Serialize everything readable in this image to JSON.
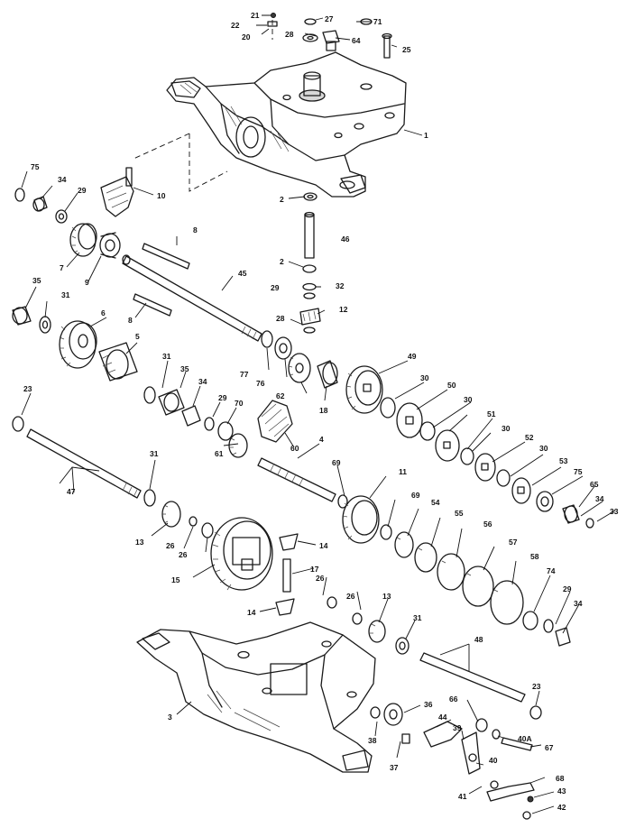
{
  "diagram": {
    "callouts": [
      {
        "id": "c21",
        "text": "21"
      },
      {
        "id": "c22",
        "text": "22"
      },
      {
        "id": "c20",
        "text": "20"
      },
      {
        "id": "c27",
        "text": "27"
      },
      {
        "id": "c71",
        "text": "71"
      },
      {
        "id": "c28a",
        "text": "28"
      },
      {
        "id": "c64",
        "text": "64"
      },
      {
        "id": "c25",
        "text": "25"
      },
      {
        "id": "c1",
        "text": "1"
      },
      {
        "id": "c75a",
        "text": "75"
      },
      {
        "id": "c34a",
        "text": "34"
      },
      {
        "id": "c29a",
        "text": "29"
      },
      {
        "id": "c10",
        "text": "10"
      },
      {
        "id": "c7",
        "text": "7"
      },
      {
        "id": "c9",
        "text": "9"
      },
      {
        "id": "c8a",
        "text": "8"
      },
      {
        "id": "c2a",
        "text": "2"
      },
      {
        "id": "c46",
        "text": "46"
      },
      {
        "id": "c2b",
        "text": "2"
      },
      {
        "id": "c29b",
        "text": "29"
      },
      {
        "id": "c32",
        "text": "32"
      },
      {
        "id": "c45",
        "text": "45"
      },
      {
        "id": "c28b",
        "text": "28"
      },
      {
        "id": "c12",
        "text": "12"
      },
      {
        "id": "c35a",
        "text": "35"
      },
      {
        "id": "c31a",
        "text": "31"
      },
      {
        "id": "c8b",
        "text": "8"
      },
      {
        "id": "c6",
        "text": "6"
      },
      {
        "id": "c5",
        "text": "5"
      },
      {
        "id": "c77",
        "text": "77"
      },
      {
        "id": "c76",
        "text": "76"
      },
      {
        "id": "c62",
        "text": "62"
      },
      {
        "id": "c18",
        "text": "18"
      },
      {
        "id": "c49",
        "text": "49"
      },
      {
        "id": "c31b",
        "text": "31"
      },
      {
        "id": "c35b",
        "text": "35"
      },
      {
        "id": "c34b",
        "text": "34"
      },
      {
        "id": "c29c",
        "text": "29"
      },
      {
        "id": "c70",
        "text": "70"
      },
      {
        "id": "c30a",
        "text": "30"
      },
      {
        "id": "c50",
        "text": "50"
      },
      {
        "id": "c30b",
        "text": "30"
      },
      {
        "id": "c51",
        "text": "51"
      },
      {
        "id": "c30c",
        "text": "30"
      },
      {
        "id": "c52",
        "text": "52"
      },
      {
        "id": "c30d",
        "text": "30"
      },
      {
        "id": "c53",
        "text": "53"
      },
      {
        "id": "c23a",
        "text": "23"
      },
      {
        "id": "c61",
        "text": "61"
      },
      {
        "id": "c60",
        "text": "60"
      },
      {
        "id": "c4",
        "text": "4"
      },
      {
        "id": "c75b",
        "text": "75"
      },
      {
        "id": "c65",
        "text": "65"
      },
      {
        "id": "c34c",
        "text": "34"
      },
      {
        "id": "c33",
        "text": "33"
      },
      {
        "id": "c31c",
        "text": "31"
      },
      {
        "id": "c69a",
        "text": "69"
      },
      {
        "id": "c47",
        "text": "47"
      },
      {
        "id": "c11",
        "text": "11"
      },
      {
        "id": "c69b",
        "text": "69"
      },
      {
        "id": "c54",
        "text": "54"
      },
      {
        "id": "c13a",
        "text": "13"
      },
      {
        "id": "c26a",
        "text": "26"
      },
      {
        "id": "c26b",
        "text": "26"
      },
      {
        "id": "c55",
        "text": "55"
      },
      {
        "id": "c56",
        "text": "56"
      },
      {
        "id": "c14a",
        "text": "14"
      },
      {
        "id": "c57",
        "text": "57"
      },
      {
        "id": "c15",
        "text": "15"
      },
      {
        "id": "c17",
        "text": "17"
      },
      {
        "id": "c58",
        "text": "58"
      },
      {
        "id": "c74",
        "text": "74"
      },
      {
        "id": "c26c",
        "text": "26"
      },
      {
        "id": "c26d",
        "text": "26"
      },
      {
        "id": "c14b",
        "text": "14"
      },
      {
        "id": "c13b",
        "text": "13"
      },
      {
        "id": "c29d",
        "text": "29"
      },
      {
        "id": "c34d",
        "text": "34"
      },
      {
        "id": "c31d",
        "text": "31"
      },
      {
        "id": "c48",
        "text": "48"
      },
      {
        "id": "c3",
        "text": "3"
      },
      {
        "id": "c23b",
        "text": "23"
      },
      {
        "id": "c36",
        "text": "36"
      },
      {
        "id": "c66",
        "text": "66"
      },
      {
        "id": "c44",
        "text": "44"
      },
      {
        "id": "c39",
        "text": "39"
      },
      {
        "id": "c40A",
        "text": "40A"
      },
      {
        "id": "c38",
        "text": "38"
      },
      {
        "id": "c67",
        "text": "67"
      },
      {
        "id": "c37",
        "text": "37"
      },
      {
        "id": "c40",
        "text": "40"
      },
      {
        "id": "c68",
        "text": "68"
      },
      {
        "id": "c41",
        "text": "41"
      },
      {
        "id": "c43",
        "text": "43"
      },
      {
        "id": "c42",
        "text": "42"
      }
    ]
  }
}
